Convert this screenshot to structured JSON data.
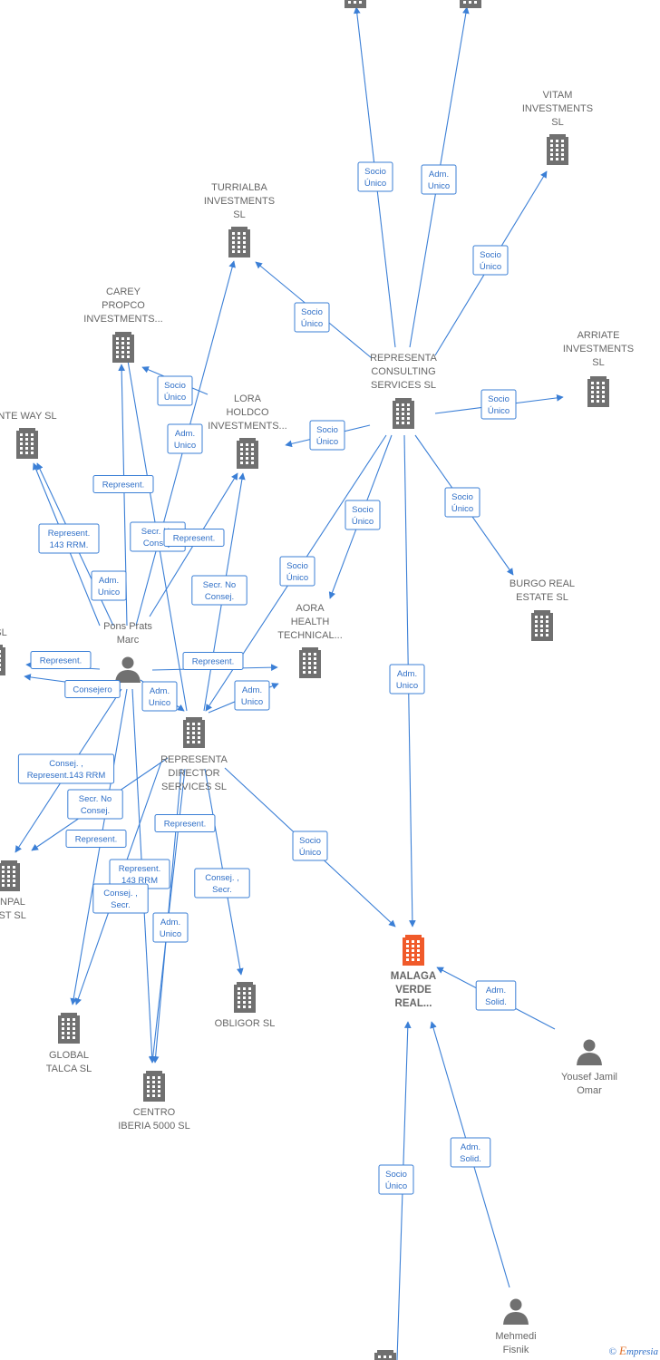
{
  "brand": {
    "copyright_symbol": "©",
    "brand_initial": "E",
    "brand_rest": "mpresia"
  },
  "colors": {
    "edge": "#3b7fd6",
    "node": "#707070",
    "focus": "#f05a2a",
    "label": "#666666"
  },
  "nodes": [
    {
      "id": "turrialba",
      "type": "company",
      "lines": [
        "TURRIALBA",
        "INVESTMENTS",
        "SL"
      ]
    },
    {
      "id": "vitam",
      "type": "company",
      "lines": [
        "VITAM",
        "INVESTMENTS",
        "SL"
      ]
    },
    {
      "id": "carey",
      "type": "company",
      "lines": [
        "CAREY",
        "PROPCO",
        "INVESTMENTS..."
      ]
    },
    {
      "id": "lora",
      "type": "company",
      "lines": [
        "LORA",
        "HOLDCO",
        "INVESTMENTS..."
      ]
    },
    {
      "id": "rep_consulting",
      "type": "company",
      "lines": [
        "REPRESENTA",
        "CONSULTING",
        "SERVICES  SL"
      ]
    },
    {
      "id": "arriate",
      "type": "company",
      "lines": [
        "ARRIATE",
        "INVESTMENTS",
        "SL"
      ]
    },
    {
      "id": "ntway",
      "type": "company",
      "lines": [
        "NTE WAY  SL"
      ]
    },
    {
      "id": "burgo",
      "type": "company",
      "lines": [
        "BURGO REAL",
        "ESTATE  SL"
      ]
    },
    {
      "id": "aora",
      "type": "company",
      "lines": [
        "AORA",
        "HEALTH",
        "TECHNICAL..."
      ]
    },
    {
      "id": "in_sl",
      "type": "company",
      "lines": [
        "IN  SL"
      ]
    },
    {
      "id": "pons",
      "type": "person",
      "lines": [
        "Pons Prats",
        "Marc"
      ]
    },
    {
      "id": "rep_director",
      "type": "company",
      "lines": [
        "REPRESENTA",
        "DIRECTOR",
        "SERVICES  SL"
      ]
    },
    {
      "id": "unpal",
      "type": "company",
      "lines": [
        "UNPAL",
        "EST  SL"
      ]
    },
    {
      "id": "malaga",
      "type": "focus",
      "lines": [
        "MALAGA",
        "VERDE",
        "REAL..."
      ]
    },
    {
      "id": "obligor",
      "type": "company",
      "lines": [
        "OBLIGOR SL"
      ]
    },
    {
      "id": "global",
      "type": "company",
      "lines": [
        "GLOBAL",
        "TALCA  SL"
      ]
    },
    {
      "id": "centro",
      "type": "company",
      "lines": [
        "CENTRO",
        "IBERIA 5000  SL"
      ]
    },
    {
      "id": "yousef",
      "type": "person",
      "lines": [
        "Yousef Jamil",
        "Omar"
      ]
    },
    {
      "id": "mehmedi",
      "type": "person",
      "lines": [
        "Mehmedi",
        "Fisnik"
      ]
    },
    {
      "id": "top_a",
      "type": "company",
      "lines": []
    },
    {
      "id": "top_b",
      "type": "company",
      "lines": []
    },
    {
      "id": "bottom_a",
      "type": "company",
      "lines": []
    }
  ],
  "edges": [
    {
      "lines": [
        "Socio",
        "Único"
      ]
    },
    {
      "lines": [
        "Adm.",
        "Unico"
      ]
    },
    {
      "lines": [
        "Socio",
        "Único"
      ]
    },
    {
      "lines": [
        "Socio",
        "Único"
      ]
    },
    {
      "lines": [
        "Socio",
        "Único"
      ]
    },
    {
      "lines": [
        "Socio",
        "Único"
      ]
    },
    {
      "lines": [
        "Socio",
        "Único"
      ]
    },
    {
      "lines": [
        "Socio",
        "Único"
      ]
    },
    {
      "lines": [
        "Socio",
        "Único"
      ]
    },
    {
      "lines": [
        "Socio",
        "Único"
      ]
    },
    {
      "lines": [
        "Adm.",
        "Unico"
      ]
    },
    {
      "lines": [
        "Socio",
        "Único"
      ]
    },
    {
      "lines": [
        "Socio",
        "Único"
      ]
    },
    {
      "lines": [
        "Adm.",
        "Unico"
      ]
    },
    {
      "lines": [
        "Represent."
      ]
    },
    {
      "lines": [
        "Represent.",
        "143 RRM."
      ]
    },
    {
      "lines": [
        "Adm.",
        "Unico"
      ]
    },
    {
      "lines": [
        "Secr.  No",
        "Consej."
      ]
    },
    {
      "lines": [
        "Represent."
      ]
    },
    {
      "lines": [
        "Secr.  No",
        "Consej."
      ]
    },
    {
      "lines": [
        "Represent."
      ]
    },
    {
      "lines": [
        "Consejero"
      ]
    },
    {
      "lines": [
        "Represent."
      ]
    },
    {
      "lines": [
        "Adm.",
        "Unico"
      ]
    },
    {
      "lines": [
        "Adm.",
        "Unico"
      ]
    },
    {
      "lines": [
        "Consej. ,",
        "Represent.143 RRM"
      ]
    },
    {
      "lines": [
        "Secr.  No",
        "Consej."
      ]
    },
    {
      "lines": [
        "Represent."
      ]
    },
    {
      "lines": [
        "Represent."
      ]
    },
    {
      "lines": [
        "Represent.",
        "143 RRM"
      ]
    },
    {
      "lines": [
        "Consej. ,",
        "Secr."
      ]
    },
    {
      "lines": [
        "Adm.",
        "Unico"
      ]
    },
    {
      "lines": [
        "Consej. ,",
        "Secr."
      ]
    },
    {
      "lines": [
        "Adm.",
        "Solid."
      ]
    },
    {
      "lines": [
        "Adm.",
        "Solid."
      ]
    },
    {
      "lines": [
        "Socio",
        "Único"
      ]
    }
  ]
}
